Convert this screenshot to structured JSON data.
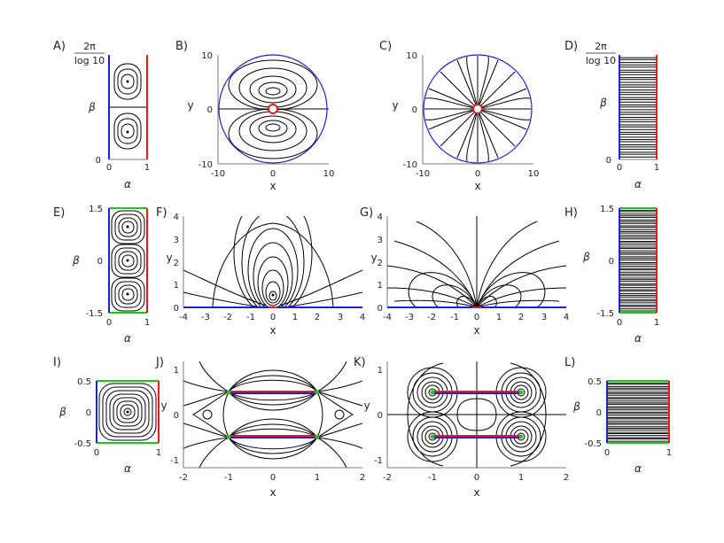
{
  "colors": {
    "blue": "#1f1fd6",
    "red": "#dd1f1f",
    "green": "#22c422",
    "black": "#000000",
    "axis": "#555555"
  },
  "frac_numerator": "2π",
  "frac_denominator": "log 10",
  "panels": {
    "A": {
      "label": "A)",
      "xlabel": "α",
      "ylabel": "β",
      "xticks": [
        "0",
        "1"
      ],
      "yticks": [
        "0"
      ]
    },
    "B": {
      "label": "B)",
      "xlabel": "x",
      "ylabel": "y",
      "xticks": [
        "-10",
        "0",
        "10"
      ],
      "yticks": [
        "10",
        "0",
        "-10"
      ]
    },
    "C": {
      "label": "C)",
      "xlabel": "x",
      "ylabel": "y",
      "xticks": [
        "-10",
        "0",
        "10"
      ],
      "yticks": [
        "10",
        "0",
        "-10"
      ]
    },
    "D": {
      "label": "D)",
      "xlabel": "α",
      "ylabel": "β",
      "xticks": [
        "0",
        "1"
      ],
      "yticks": [
        "0"
      ]
    },
    "E": {
      "label": "E)",
      "xlabel": "α",
      "ylabel": "β",
      "xticks": [
        "0",
        "1"
      ],
      "yticks": [
        "1.5",
        "0",
        "-1.5"
      ]
    },
    "F": {
      "label": "F)",
      "xlabel": "x",
      "ylabel": "y",
      "xticks": [
        "-4",
        "-3",
        "-2",
        "-1",
        "0",
        "1",
        "2",
        "3",
        "4"
      ],
      "yticks": [
        "4",
        "3",
        "2",
        "1",
        "0"
      ]
    },
    "G": {
      "label": "G)",
      "xlabel": "x",
      "ylabel": "y",
      "xticks": [
        "-4",
        "-3",
        "-2",
        "-1",
        "0",
        "1",
        "2",
        "3",
        "4"
      ],
      "yticks": [
        "4",
        "3",
        "2",
        "1",
        "0"
      ]
    },
    "H": {
      "label": "H)",
      "xlabel": "α",
      "ylabel": "β",
      "xticks": [
        "0",
        "1"
      ],
      "yticks": [
        "1.5",
        "0",
        "-1.5"
      ]
    },
    "I": {
      "label": "I)",
      "xlabel": "α",
      "ylabel": "β",
      "xticks": [
        "0",
        "1"
      ],
      "yticks": [
        "0.5",
        "0",
        "-0.5"
      ]
    },
    "J": {
      "label": "J)",
      "xlabel": "x",
      "ylabel": "y",
      "xticks": [
        "-2",
        "-1",
        "0",
        "1",
        "2"
      ],
      "yticks": [
        "1",
        "0",
        "-1"
      ]
    },
    "K": {
      "label": "K)",
      "xlabel": "x",
      "ylabel": "y",
      "xticks": [
        "-2",
        "-1",
        "0",
        "1",
        "2"
      ],
      "yticks": [
        "1",
        "0",
        "-1"
      ]
    },
    "L": {
      "label": "L)",
      "xlabel": "α",
      "ylabel": "β",
      "xticks": [
        "0",
        "1"
      ],
      "yticks": [
        "0.5",
        "0",
        "-0.5"
      ]
    }
  }
}
